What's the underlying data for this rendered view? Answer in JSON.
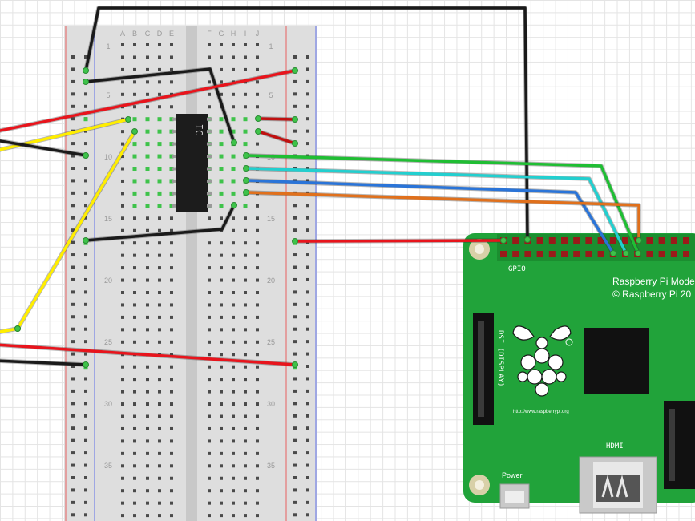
{
  "breadboard": {
    "columns_left": [
      "A",
      "B",
      "C",
      "D",
      "E"
    ],
    "columns_right": [
      "F",
      "G",
      "H",
      "I",
      "J"
    ],
    "row_markers": [
      "1",
      "5",
      "10",
      "15",
      "20",
      "25",
      "30",
      "35"
    ]
  },
  "ic": {
    "label": "IC"
  },
  "pi": {
    "gpio_label": "GPIO",
    "model_line1": "Raspberry Pi Model",
    "model_line2": "© Raspberry Pi 20",
    "dsi_label": "DSI (DISPLAY)",
    "url": "http://www.raspberrypi.org",
    "hdmi_label": "HDMI",
    "power_label": "Power"
  },
  "wire_colors": {
    "black": "#1a1a1a",
    "red": "#e8141c",
    "yellow": "#ffee00",
    "green": "#1fbe33",
    "cyan": "#22cfcf",
    "blue": "#2a74d8",
    "orange": "#e0701c",
    "darkred": "#c01010"
  }
}
